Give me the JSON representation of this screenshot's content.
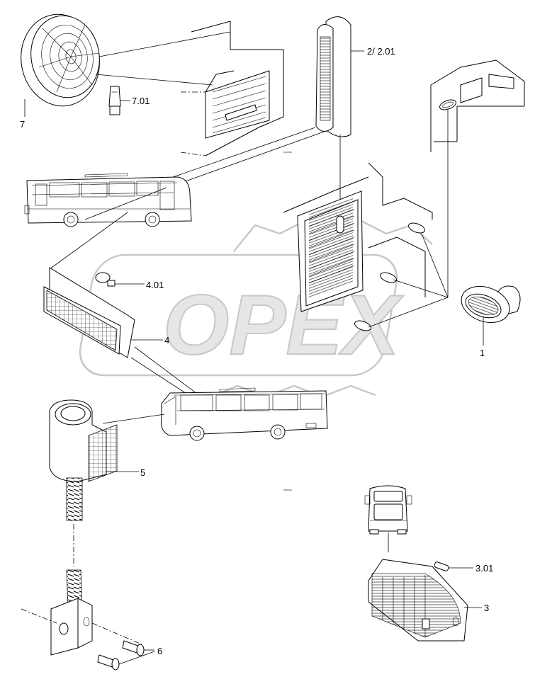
{
  "watermark": {
    "text": "OPEX"
  },
  "callouts": {
    "c1": "1",
    "c2": "2/ 2.01",
    "c3": "3",
    "c3_01": "3.01",
    "c4": "4",
    "c4_01": "4.01",
    "c5": "5",
    "c6": "6",
    "c7": "7",
    "c7_01": "7.01"
  }
}
